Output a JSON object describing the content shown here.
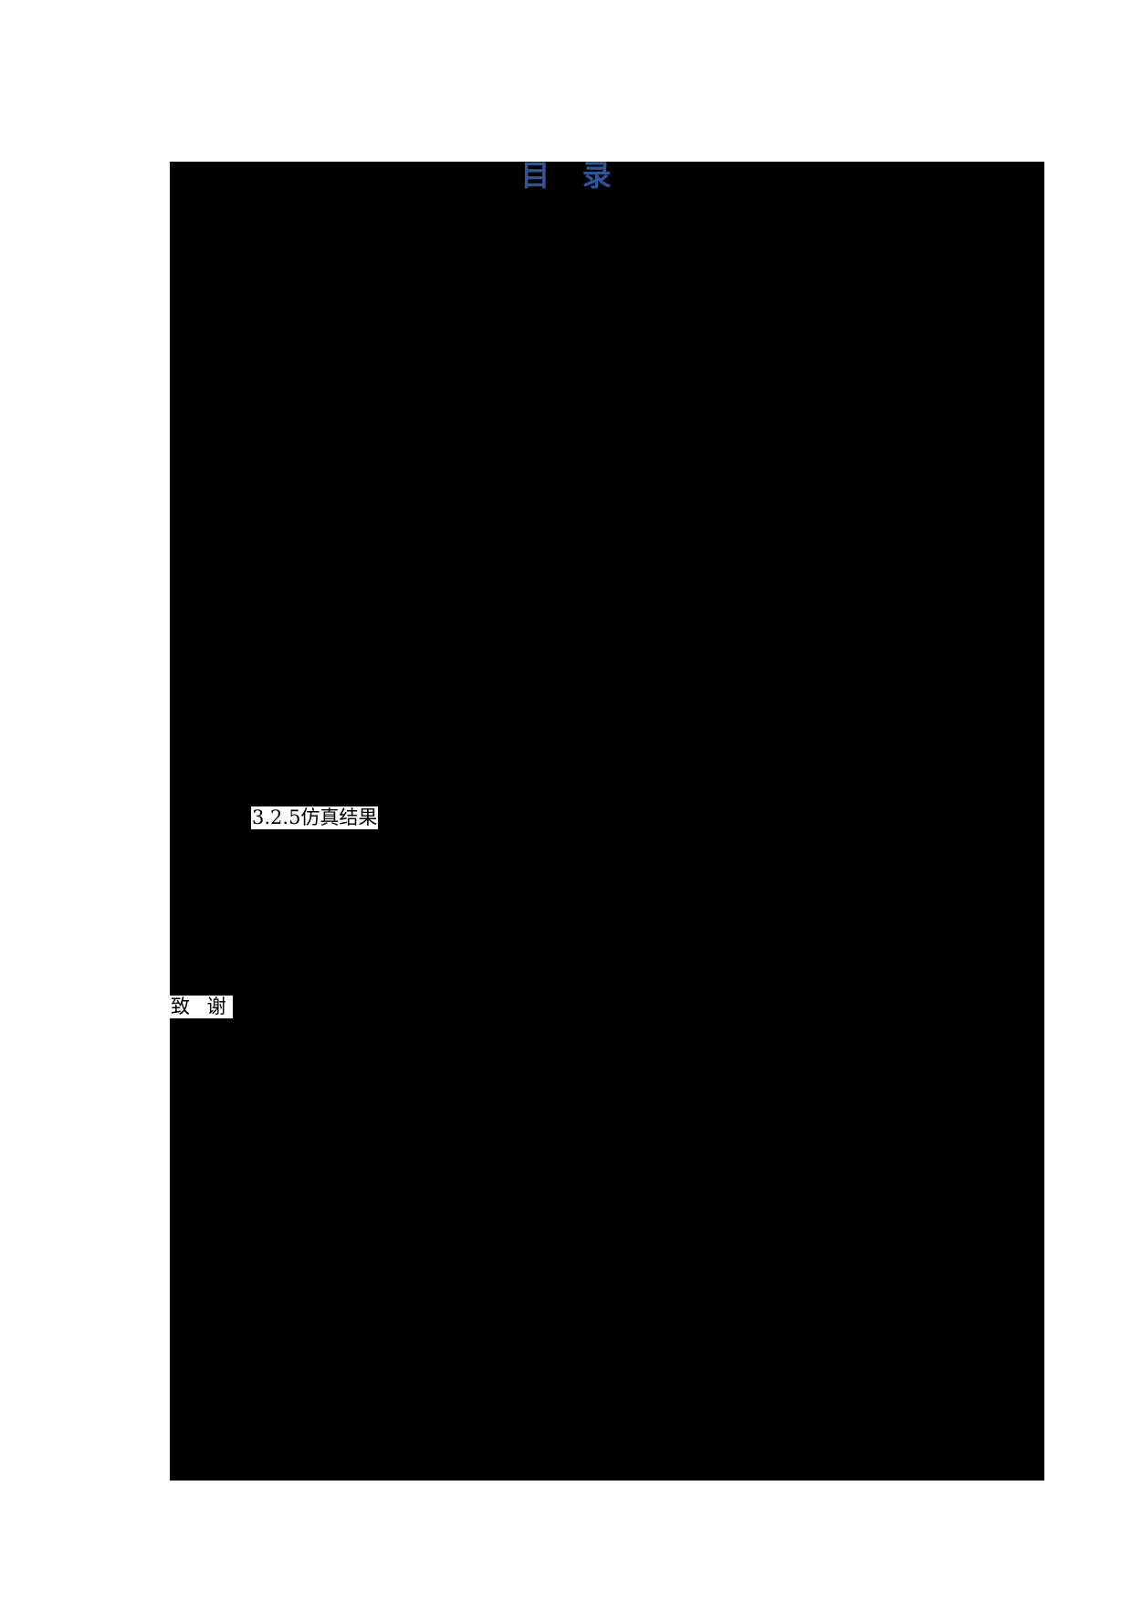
{
  "document": {
    "title": "目 录",
    "title_color": "#2E5597",
    "redaction_color": "#000000"
  },
  "toc": {
    "entries": [
      {
        "label": "3.2.5仿真结果",
        "level": 3
      },
      {
        "label": "致 谢",
        "level": 1
      }
    ]
  }
}
